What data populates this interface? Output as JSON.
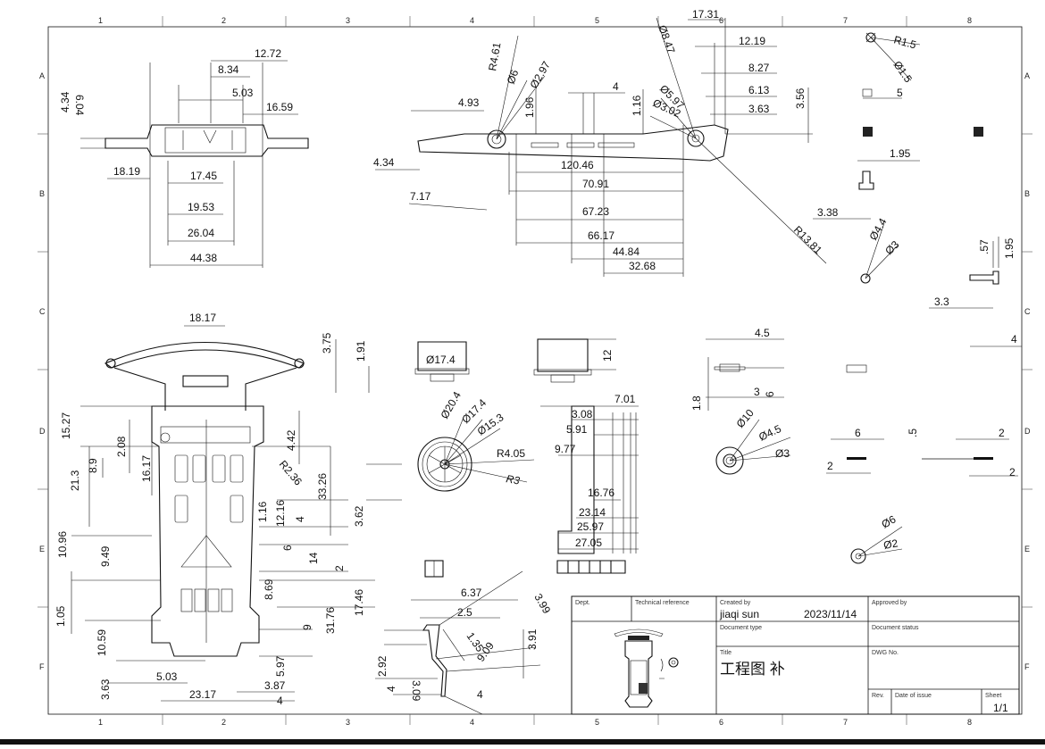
{
  "zones": {
    "columns": [
      "1",
      "2",
      "3",
      "4",
      "5",
      "6",
      "7",
      "8"
    ],
    "rows": [
      "A",
      "B",
      "C",
      "D",
      "E",
      "F"
    ]
  },
  "dimensions": {
    "top_left": [
      "12.72",
      "8.34",
      "5.03",
      "16.59",
      "6.04",
      "4.34",
      "18.19",
      "17.45",
      "19.53",
      "26.04",
      "44.38"
    ],
    "top_mid": [
      "R4.61",
      "Ø6",
      "Ø2.97",
      "4.93",
      "1.96",
      "4",
      "1.16",
      "4.34",
      "7.17",
      "120.46",
      "70.91",
      "67.23",
      "66.17",
      "44.84",
      "32.68",
      "Ø8.47",
      "Ø5.97",
      "Ø3.02",
      "R13.81"
    ],
    "top_right_col": [
      "17.31",
      "12.19",
      "8.27",
      "6.13",
      "3.63",
      "3.56"
    ],
    "top_far_right": [
      "R1.5",
      "Ø1.5",
      "5",
      "1.95",
      "3.38",
      "Ø4.4",
      "Ø3",
      ".57",
      "1.95",
      "3.3",
      "4"
    ],
    "mid_left": [
      "18.17",
      "3.75",
      "1.91",
      "15.27",
      "2.08",
      "4.42",
      "21.3",
      "8.9",
      "16.17",
      "R2.36",
      "33.26",
      "3.62",
      "1.16",
      "12.16",
      "4",
      "6",
      "14",
      "2",
      "10.96",
      "9.49",
      "8.69",
      "17.46",
      "31.76",
      "9",
      "1.05",
      "10.59",
      "5.97",
      "3.63",
      "5.03",
      "23.17",
      "3.87",
      "4"
    ],
    "mid_center": [
      "Ø17.4",
      "12",
      "Ø20.4",
      "Ø17.4",
      "Ø15.3",
      "R4.05",
      "R3",
      "7.01",
      "3.08",
      "5.91",
      "9.77",
      "16.76",
      "23.14",
      "25.97",
      "27.05"
    ],
    "mid_right": [
      "4.5",
      "1.8",
      "3",
      "6",
      "Ø10",
      "Ø4.5",
      "Ø3",
      "6",
      "2",
      ".5",
      "2",
      "2",
      "Ø6",
      "Ø2"
    ],
    "bottom_clip": [
      "6.37",
      "2.5",
      "3.99",
      "1.35",
      "9.09",
      "3.91",
      "2.92",
      "4",
      "3.09",
      "4"
    ]
  },
  "title_block": {
    "dept_label": "Dept.",
    "tech_ref_label": "Technical reference",
    "created_by_label": "Created by",
    "created_by": "jiaqi sun",
    "date": "2023/11/14",
    "approved_by_label": "Approved by",
    "doc_type_label": "Document type",
    "doc_status_label": "Document status",
    "title_label": "Title",
    "title": "工程图 补",
    "dwg_no_label": "DWG No.",
    "rev_label": "Rev.",
    "date_issue_label": "Date of issue",
    "sheet_label": "Sheet",
    "sheet": "1/1"
  }
}
